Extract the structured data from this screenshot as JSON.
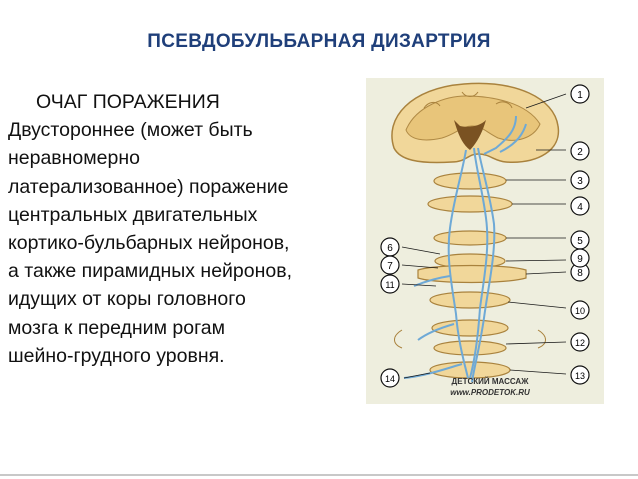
{
  "slide": {
    "title": "ПСЕВДОБУЛЬБАРНАЯ  ДИЗАРТРИЯ",
    "body_lines": [
      "ОЧАГ ПОРАЖЕНИЯ",
      "Двустороннее (может быть",
      "неравномерно",
      "латерализованное) поражение",
      "центральных двигательных",
      "кортико-бульбарных нейронов,",
      "а также пирамидных нейронов,",
      "идущих от коры головного",
      "мозга к передним рогам",
      "шейно-грудного уровня."
    ]
  },
  "figure": {
    "callout_labels": [
      "1",
      "2",
      "3",
      "4",
      "5",
      "6",
      "7",
      "8",
      "9",
      "10",
      "11",
      "12",
      "13",
      "14"
    ],
    "watermark_line1": "ДЕТСКИЙ МАССАЖ",
    "watermark_line2": "www.PRODETOK.RU"
  },
  "colors": {
    "title": "#1f3f7a",
    "section_fill": "#f1d79a",
    "section_stroke": "#a9823d",
    "pathway": "#6ea9d6",
    "figure_bg": "#eeeede"
  }
}
